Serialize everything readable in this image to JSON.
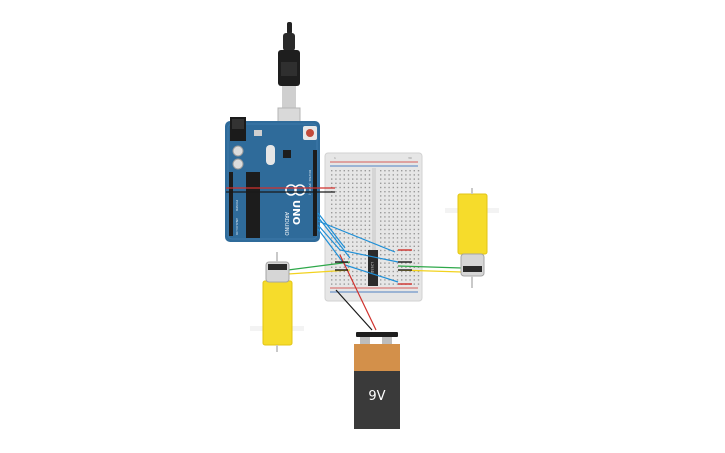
{
  "circuit": {
    "board": {
      "brand_label": "ARDUINO",
      "model_label": "UNO",
      "header_label": "DIGITAL (PWM~)",
      "power_label": "POWER",
      "analog_label": "ANALOG IN"
    },
    "battery": {
      "voltage_label": "9V"
    },
    "ic": {
      "label": "L293D"
    },
    "wire_colors": {
      "red": "#d0312d",
      "black": "#1a1a1a",
      "blue": "#1f8fd6",
      "green": "#2ea84a",
      "yellow": "#f2d21e"
    },
    "colors": {
      "arduino_blue": "#2f6b9a",
      "motor_yellow": "#f6dc2b",
      "battery_orange": "#d3904a",
      "battery_body": "#3a3a3a",
      "breadboard": "#e6e6e6"
    },
    "icons": [
      "usb-cable-icon",
      "dc-jack-icon",
      "reset-button-icon",
      "chip-icon"
    ]
  }
}
